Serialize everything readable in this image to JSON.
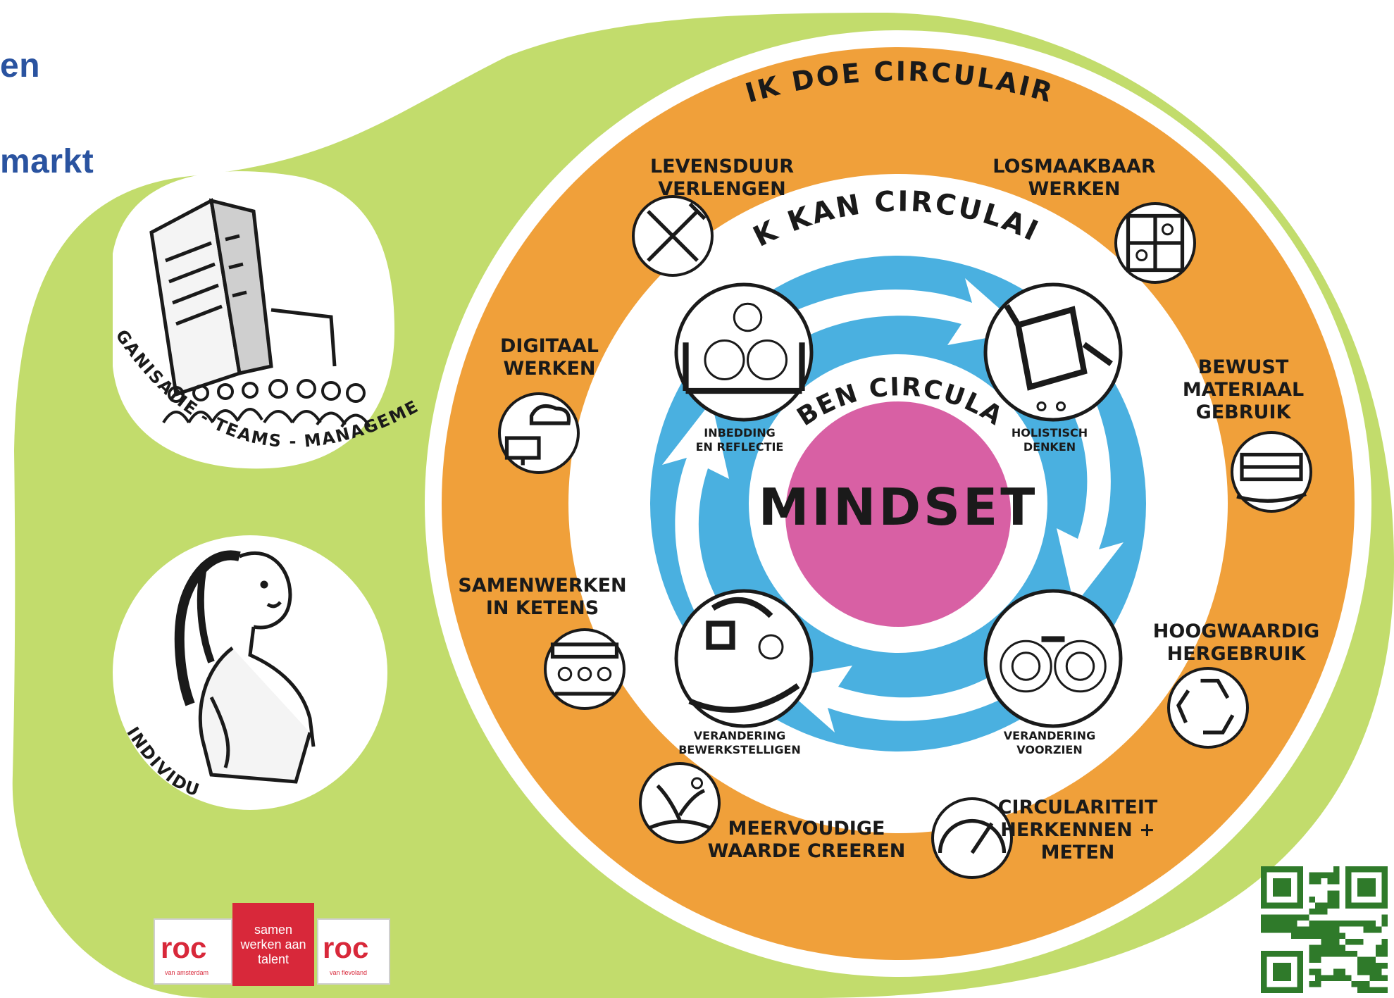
{
  "header": {
    "line1": "en",
    "line2": "markt"
  },
  "diagram": {
    "center_label": "MINDSET",
    "ring_inner_title": "IK BEN CIRCULAIR",
    "ring_middle_title": "IK KAN CIRCULAIR",
    "ring_outer_title": "IK DOE CIRCULAIR",
    "inner_items": [
      {
        "icon": "gears-icon",
        "line1": "INBEDDING",
        "line2": "EN REFLECTIE"
      },
      {
        "icon": "watering-can-icon",
        "line1": "HOLISTISCH",
        "line2": "DENKEN"
      },
      {
        "icon": "binoculars-icon",
        "line1": "VERANDERING",
        "line2": "VOORZIEN"
      },
      {
        "icon": "hand-shapes-icon",
        "line1": "VERANDERING",
        "line2": "BEWERKSTELLIGEN"
      }
    ],
    "outer_items": [
      {
        "icon": "tools-icon",
        "line1": "LEVENSDUUR",
        "line2": "VERLENGEN",
        "line3": ""
      },
      {
        "icon": "puzzle-icon",
        "line1": "LOSMAAKBAAR",
        "line2": "WERKEN",
        "line3": ""
      },
      {
        "icon": "material-stack-icon",
        "line1": "BEWUST",
        "line2": "MATERIAAL",
        "line3": "GEBRUIK"
      },
      {
        "icon": "recycle-icon",
        "line1": "HOOGWAARDIG",
        "line2": "HERGEBRUIK",
        "line3": ""
      },
      {
        "icon": "gauge-icon",
        "line1": "CIRCULARITEIT",
        "line2": "HERKENNEN +",
        "line3": "METEN"
      },
      {
        "icon": "seedling-icon",
        "line1": "MEERVOUDIGE",
        "line2": "WAARDE CREEREN",
        "line3": ""
      },
      {
        "icon": "chain-people-icon",
        "line1": "SAMENWERKEN",
        "line2": "IN KETENS",
        "line3": ""
      },
      {
        "icon": "digital-cloud-icon",
        "line1": "DIGITAAL",
        "line2": "WERKEN",
        "line3": ""
      }
    ],
    "side_labels": {
      "organisation": "ORGANISATIE - TEAMS - MANAGEMENT",
      "individual": "INDIVIDU"
    },
    "colors": {
      "green": "#c2dc6c",
      "orange": "#f0a03a",
      "blue": "#4ab0e0",
      "pink": "#d860a4",
      "white": "#ffffff",
      "ink": "#1a1a1a"
    }
  },
  "logos": {
    "left_logo": "roc",
    "left_sub": "van amsterdam",
    "middle_line1": "samen",
    "middle_line2": "werken aan",
    "middle_line3": "talent",
    "right_logo": "roc",
    "right_sub": "van flevoland"
  }
}
